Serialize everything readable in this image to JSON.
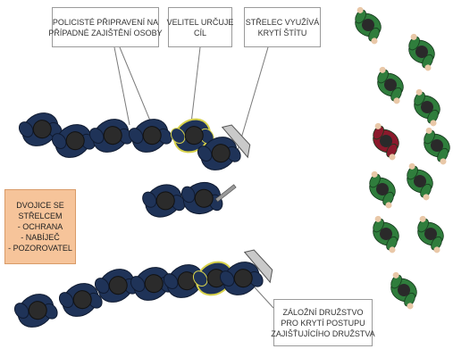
{
  "callouts": {
    "police_ready": [
      "POLICISTÉ PŘIPRAVENÍ NA",
      "PŘÍPADNÉ ZAJIŠTĚNÍ OSOBY"
    ],
    "commander": [
      "VELITEL URČUJE",
      "CÍL"
    ],
    "shooter": [
      "STŘELEC VYUŽÍVÁ",
      "KRYTÍ ŠTÍTU"
    ],
    "pairs": [
      "DVOJICE SE",
      "STŘELCEM",
      "- OCHRANA",
      "- NABÍJEČ",
      "- POZOROVATEL"
    ],
    "reserve": [
      "ZÁLOŽNÍ DRUŽSTVO",
      "PRO KRYTÍ POSTUPU",
      "ZAJIŠŤUJÍCÍHO DRUŽSTVA"
    ]
  },
  "colors": {
    "police_uniform": "#1f3358",
    "police_helmet": "#2b2b2b",
    "commander_outline": "#d8d24a",
    "crowd_green": "#2f7d3c",
    "crowd_red": "#8b1a2c",
    "skin": "#e9c8a8",
    "callout_orange": "#f6c49a",
    "leader_line": "#7a7a7a"
  }
}
